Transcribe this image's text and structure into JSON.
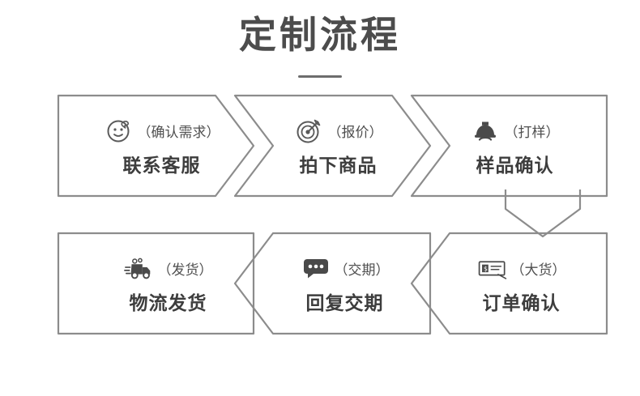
{
  "header": {
    "title": "定制流程"
  },
  "colors": {
    "outline": "#8c8c8c",
    "text_primary": "#3d3d3d",
    "text_secondary": "#4f4f4f",
    "background": "#ffffff"
  },
  "flow": {
    "steps": [
      {
        "id": 1,
        "icon": "smiley-face-icon",
        "tag": "（确认需求）",
        "label": "联系客服"
      },
      {
        "id": 2,
        "icon": "target-dart-icon",
        "tag": "（报价）",
        "label": "拍下商品"
      },
      {
        "id": 3,
        "icon": "hard-hat-worker-icon",
        "tag": "（打样）",
        "label": "样品确认"
      },
      {
        "id": 4,
        "icon": "delivery-truck-icon",
        "tag": "（发货）",
        "label": "物流发货"
      },
      {
        "id": 5,
        "icon": "speech-bubble-icon",
        "tag": "（交期）",
        "label": "回复交期"
      },
      {
        "id": 6,
        "icon": "money-cheque-icon",
        "tag": "（大货）",
        "label": "订单确认"
      }
    ]
  }
}
